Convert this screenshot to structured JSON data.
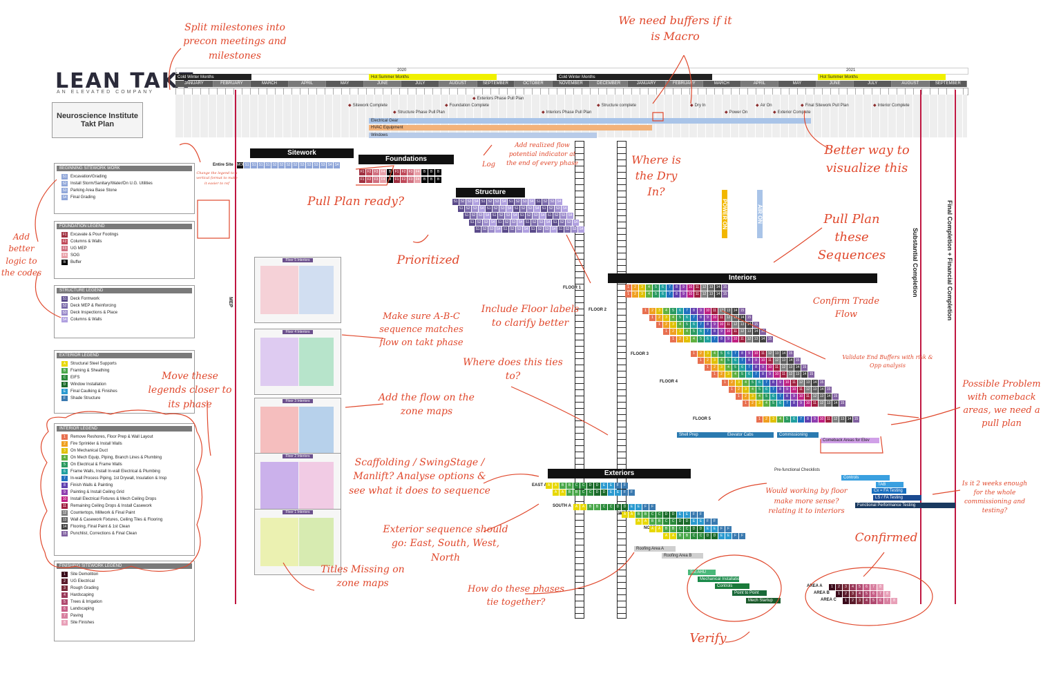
{
  "header": {
    "logo": "LEAN TAKT",
    "logo_sub": "AN ELEVATED COMPANY",
    "project_title": "Neuroscience Institute Takt Plan"
  },
  "timeline": {
    "years": [
      "2020",
      "2021"
    ],
    "seasons": [
      "Cold Winter Months",
      "Hot Summer Months",
      "Cold Winter Months",
      "Hot Summer Months"
    ],
    "months": [
      "JANUARY",
      "FEBRUARY",
      "MARCH",
      "APRIL",
      "MAY",
      "JUNE",
      "JULY",
      "AUGUST",
      "SEPTEMBER",
      "OCTOBER",
      "NOVEMBER",
      "DECEMBER",
      "JANUARY",
      "FEBRUARY",
      "MARCH",
      "APRIL",
      "MAY",
      "JUNE",
      "JULY",
      "AUGUST",
      "SEPTEMBER"
    ],
    "milestones": [
      "Exteriors Phase Pull Plan",
      "Sitework Complete",
      "Foundation Complete",
      "Structure complete",
      "Dry In",
      "Air On",
      "Final Sitework Pull Plan",
      "Interior Complete",
      "Structure Phase Pull Plan",
      "Interiors Phase Pull Plan",
      "Power On",
      "Exterior Complete"
    ],
    "bars": [
      "Electrical Gear",
      "HVAC Equipment",
      "Windows"
    ]
  },
  "legends": [
    {
      "title": "BEGINNING SITEWORK WORK",
      "items": [
        {
          "code": "S1",
          "label": "Excavation/Grading",
          "color": "#8fa6d9"
        },
        {
          "code": "S2",
          "label": "Install Storm/Sanitary/Water/Dn U.G. Utilities",
          "color": "#8fa6d9"
        },
        {
          "code": "S3",
          "label": "Parking Area Base Stone",
          "color": "#8fa6d9"
        },
        {
          "code": "S4",
          "label": "Final Grading",
          "color": "#8fa6d9"
        }
      ]
    },
    {
      "title": "FOUNDATION LEGEND",
      "items": [
        {
          "code": "F1",
          "label": "Excavate & Pour Footings",
          "color": "#a03040"
        },
        {
          "code": "F2",
          "label": "Columns & Walls",
          "color": "#c04a5a"
        },
        {
          "code": "F3",
          "label": "UG MEP",
          "color": "#d07080"
        },
        {
          "code": "F4",
          "label": "SOG",
          "color": "#e8a0a8"
        },
        {
          "code": "B",
          "label": "Buffer",
          "color": "#000000"
        }
      ]
    },
    {
      "title": "STRUCTURE LEGEND",
      "items": [
        {
          "code": "S1",
          "label": "Deck Formwork",
          "color": "#5a4a8a"
        },
        {
          "code": "S2",
          "label": "Deck MEP & Reinforcing",
          "color": "#7a6aaa"
        },
        {
          "code": "S3",
          "label": "Deck Inspections & Place",
          "color": "#9a8aca"
        },
        {
          "code": "S4",
          "label": "Columns & Walls",
          "color": "#b0a0e0"
        }
      ]
    },
    {
      "title": "EXTERIOR LEGEND",
      "items": [
        {
          "code": "A",
          "label": "Structural Steel Supports",
          "color": "#e8d800"
        },
        {
          "code": "B",
          "label": "Framing & Sheathing",
          "color": "#4aa84a"
        },
        {
          "code": "C",
          "label": "EIFS",
          "color": "#2a8a3a"
        },
        {
          "code": "D",
          "label": "Window Installation",
          "color": "#1a6a2a"
        },
        {
          "code": "E",
          "label": "Final Caulking & Finishes",
          "color": "#2a9ad0"
        },
        {
          "code": "F",
          "label": "Shade Structure",
          "color": "#3a7ab0"
        }
      ]
    },
    {
      "title": "INTERIOR LEGEND",
      "items": [
        {
          "code": "1",
          "label": "Remove Reshores, Floor Prep & Wall Layout",
          "color": "#e87050"
        },
        {
          "code": "2",
          "label": "Fire Sprinkler & Install Walls",
          "color": "#f0a020"
        },
        {
          "code": "3",
          "label": "On Mechanical Duct",
          "color": "#e0c000"
        },
        {
          "code": "4",
          "label": "On Mech Equip, Piping, Branch Lines & Plumbing",
          "color": "#60b040"
        },
        {
          "code": "5",
          "label": "On Electrical & Frame Walls",
          "color": "#2a9a60"
        },
        {
          "code": "6",
          "label": "Frame Walls, Install In-wall Electrical & Plumbing",
          "color": "#20a0a0"
        },
        {
          "code": "7",
          "label": "In-wall Process Piping, 1st Drywall, Insulation & Insp",
          "color": "#2070c0"
        },
        {
          "code": "8",
          "label": "Finish Walls & Painting",
          "color": "#6040b0"
        },
        {
          "code": "9",
          "label": "Painting & Install Ceiling Grid",
          "color": "#9040b0"
        },
        {
          "code": "10",
          "label": "Install Electrical Fixtures & Mech Ceiling Drops",
          "color": "#c02080"
        },
        {
          "code": "11",
          "label": "Remaining Ceiling Drops & Install Casework",
          "color": "#a02040"
        },
        {
          "code": "12",
          "label": "Countertops, Millwork & Final Paint",
          "color": "#808080"
        },
        {
          "code": "13",
          "label": "Wall & Casework Fixtures, Ceiling Tiles & Flooring",
          "color": "#606060"
        },
        {
          "code": "14",
          "label": "Flooring, Final Paint & 1st Clean",
          "color": "#404040"
        },
        {
          "code": "15",
          "label": "Punchlist, Corrections & Final Clean",
          "color": "#8060a0"
        }
      ]
    },
    {
      "title": "FINISHING SITEWORK LEGEND",
      "items": [
        {
          "code": "1",
          "label": "Site Demolition",
          "color": "#3a0a1a"
        },
        {
          "code": "2",
          "label": "UG Electrical",
          "color": "#5a1a2a"
        },
        {
          "code": "3",
          "label": "Rough Grading",
          "color": "#7a2a3a"
        },
        {
          "code": "4",
          "label": "Hardscaping",
          "color": "#9a3a5a"
        },
        {
          "code": "5",
          "label": "Trees & Irrigation",
          "color": "#b04a70"
        },
        {
          "code": "6",
          "label": "Landscaping",
          "color": "#c86088"
        },
        {
          "code": "7",
          "label": "Paving",
          "color": "#d880a0"
        },
        {
          "code": "8",
          "label": "Site Finishes",
          "color": "#e8a0b8"
        }
      ]
    }
  ],
  "phases": {
    "sitework": "Sitework",
    "foundations": "Foundations",
    "structure": "Structure",
    "interiors": "Interiors",
    "exteriors": "Exteriors"
  },
  "row_labels": {
    "entire_site": "Entire Site",
    "mob": "MOB",
    "floor1": "FLOOR 1",
    "floor2": "FLOOR 2",
    "floor3": "FLOOR 3",
    "floor4": "FLOOR 4",
    "floor5": "FLOOR 5",
    "east": "EAST A",
    "south": "SOUTH A",
    "west": "WEST A",
    "north": "NORTH A",
    "roofing": "Roofing Area A",
    "roofing_b": "Roofing Area B",
    "area_a": "AREA A",
    "area_b": "AREA B",
    "area_c": "AREA C"
  },
  "misc_bars": {
    "shell_prep": "Shell Prep",
    "elevator_cabs": "Elevator Cabs",
    "commissioning": "Commissioning",
    "comeback": "Comeback Areas for Elev",
    "prefunctional": "Pre-functional Checklists",
    "controls": "Controls",
    "tab": "TAB",
    "cx_testing": "Cx = FA Testing",
    "ls_testing": "LS / FA Testing",
    "functional": "Functional Performance Testing",
    "set_ahu": "Set AHU",
    "mech_install": "Mechanical Installation",
    "controls2": "Controls",
    "p2p": "Point to Point",
    "mech_startup": "Mech Startup",
    "power_on": "POWER ON",
    "air_on": "AIR ON",
    "mep": "MEP",
    "substantial": "Substantial Completion",
    "final": "Final Completion + Financial Completion"
  },
  "zone_maps": [
    "Floor 5 Interiors",
    "Floor 4 Interiors",
    "Floor 3 Interiors",
    "Floor 2 Interiors",
    "Floor 1 Interiors"
  ],
  "annotations": {
    "split_milestones": "Split milestones into precon meetings and milestones",
    "buffers_macro": "We need buffers if it is Macro",
    "add_realized": "Add realized flow potential indicator at the end of every phase",
    "where_dry_in": "Where is the Dry In?",
    "better_visualize": "Better way to visualize this",
    "pull_plan_ready": "Pull Plan ready?",
    "prioritized": "Prioritized",
    "pull_plan_sequences": "Pull Plan these Sequences",
    "add_logic": "Add better logic to the codes",
    "include_floor": "Include Floor labels to clarify better",
    "confirm_trade": "Confirm Trade Flow",
    "abc_sequence": "Make sure A-B-C sequence matches flow on takt phase",
    "move_legends": "Move these legends closer to its phase",
    "where_ties": "Where does this ties to?",
    "validate_end": "Validate End Buffers with risk & Opp analysis",
    "possible_problem": "Possible Problem with comeback areas, we need a pull plan",
    "add_flow": "Add the flow on the zone maps",
    "scaffolding": "Scaffolding / SwingStage / Manlift? Analyse options & see what it does to sequence",
    "would_working": "Would working by floor make more sense? relating it to interiors",
    "two_weeks": "Is it 2 weeks enough for the whole commissioning and testing?",
    "exterior_seq": "Exterior sequence should go: East, South, West, North",
    "confirmed": "Confirmed",
    "titles_missing": "Titles Missing on zone maps",
    "how_tie": "How do these phases tie together?",
    "verify": "Verify",
    "change_legend": "Change the legend to a vertical format to make it easier to ref",
    "log": "Log"
  }
}
